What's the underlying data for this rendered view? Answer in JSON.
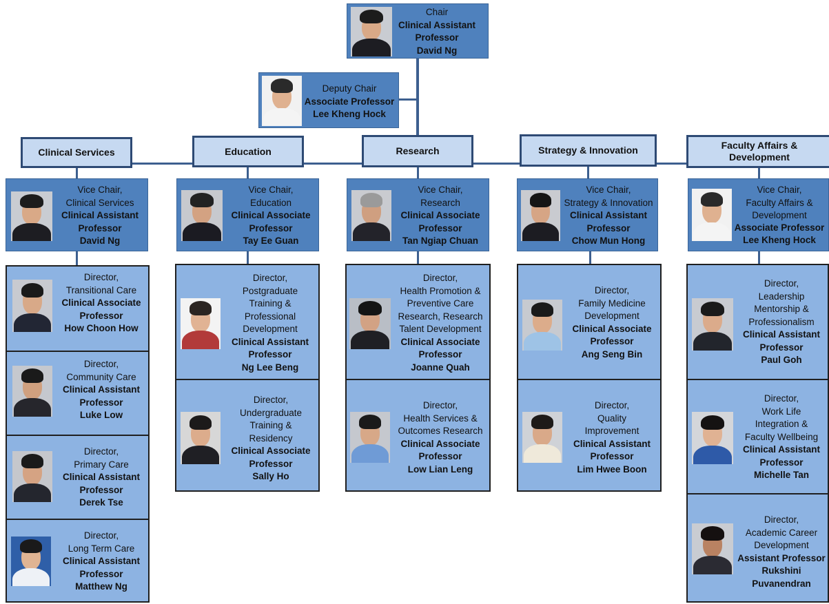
{
  "chair": {
    "role": "Chair",
    "title": "Clinical Assistant Professor",
    "name": "David Ng"
  },
  "deputy": {
    "role": "Deputy Chair",
    "title": "Associate Professor",
    "name": "Lee Kheng Hock"
  },
  "departments": {
    "clinical": "Clinical Services",
    "education": "Education",
    "research": "Research",
    "strategy": "Strategy & Innovation",
    "faculty": "Faculty Affairs & Development"
  },
  "vice_chairs": {
    "clinical": {
      "role": [
        "Vice Chair,",
        "Clinical Services"
      ],
      "title": "Clinical Assistant Professor",
      "name": "David Ng"
    },
    "education": {
      "role": [
        "Vice Chair,",
        "Education"
      ],
      "title": "Clinical Associate Professor",
      "name": "Tay Ee Guan"
    },
    "research": {
      "role": [
        "Vice Chair,",
        "Research"
      ],
      "title": "Clinical Associate Professor",
      "name": "Tan Ngiap Chuan"
    },
    "strategy": {
      "role": [
        "Vice Chair,",
        "Strategy & Innovation"
      ],
      "title": "Clinical Assistant Professor",
      "name": "Chow Mun Hong"
    },
    "faculty": {
      "role": [
        "Vice Chair,",
        "Faculty Affairs & Development"
      ],
      "title": "Associate Professor",
      "name": "Lee Kheng Hock"
    }
  },
  "directors": {
    "clinical": [
      {
        "role": [
          "Director,",
          "Transitional Care"
        ],
        "title": [
          "Clinical Associate",
          "Professor"
        ],
        "name": "How Choon How"
      },
      {
        "role": [
          "Director,",
          "Community Care"
        ],
        "title": [
          "Clinical Assistant",
          "Professor"
        ],
        "name": "Luke Low"
      },
      {
        "role": [
          "Director,",
          "Primary Care"
        ],
        "title": [
          "Clinical Assistant",
          "Professor"
        ],
        "name": "Derek Tse"
      },
      {
        "role": [
          "Director,",
          "Long Term Care"
        ],
        "title": [
          "Clinical Assistant",
          "Professor"
        ],
        "name": "Matthew Ng"
      }
    ],
    "education": [
      {
        "role": [
          "Director,",
          "Postgraduate",
          "Training &",
          "Professional",
          "Development"
        ],
        "title": [
          "Clinical Assistant",
          "Professor"
        ],
        "name": "Ng Lee Beng"
      },
      {
        "role": [
          "Director,",
          "Undergraduate",
          "Training &",
          "Residency"
        ],
        "title": [
          "Clinical Associate",
          "Professor"
        ],
        "name": "Sally Ho"
      }
    ],
    "research": [
      {
        "role": [
          "Director,",
          "Health Promotion &",
          "Preventive Care",
          "Research, Research",
          "Talent Development"
        ],
        "title": [
          "Clinical Associate",
          "Professor"
        ],
        "name": "Joanne Quah"
      },
      {
        "role": [
          "Director,",
          "Health Services &",
          "Outcomes Research"
        ],
        "title": [
          "Clinical Associate",
          "Professor"
        ],
        "name": "Low Lian Leng"
      }
    ],
    "strategy": [
      {
        "role": [
          "Director,",
          "Family Medicine",
          "Development"
        ],
        "title": [
          "Clinical Associate",
          "Professor"
        ],
        "name": "Ang Seng Bin"
      },
      {
        "role": [
          "Director,",
          "Quality",
          "Improvement"
        ],
        "title": [
          "Clinical Assistant",
          "Professor"
        ],
        "name": "Lim Hwee Boon"
      }
    ],
    "faculty": [
      {
        "role": [
          "Director,",
          "Leadership",
          "Mentorship &",
          "Professionalism"
        ],
        "title": [
          "Clinical Assistant",
          "Professor"
        ],
        "name": "Paul Goh"
      },
      {
        "role": [
          "Director,",
          "Work Life",
          "Integration &",
          "Faculty Wellbeing"
        ],
        "title": [
          "Clinical Assistant",
          "Professor"
        ],
        "name": "Michelle Tan"
      },
      {
        "role": [
          "Director,",
          "Academic Career",
          "Development"
        ],
        "title": [
          "Assistant Professor"
        ],
        "name": "Rukshini Puvanendran"
      }
    ]
  },
  "colors": {
    "dark_box": "#4f81bd",
    "dept_box": "#c6d9f1",
    "director_box": "#8db3e2",
    "connector": "#3d5f8f"
  }
}
